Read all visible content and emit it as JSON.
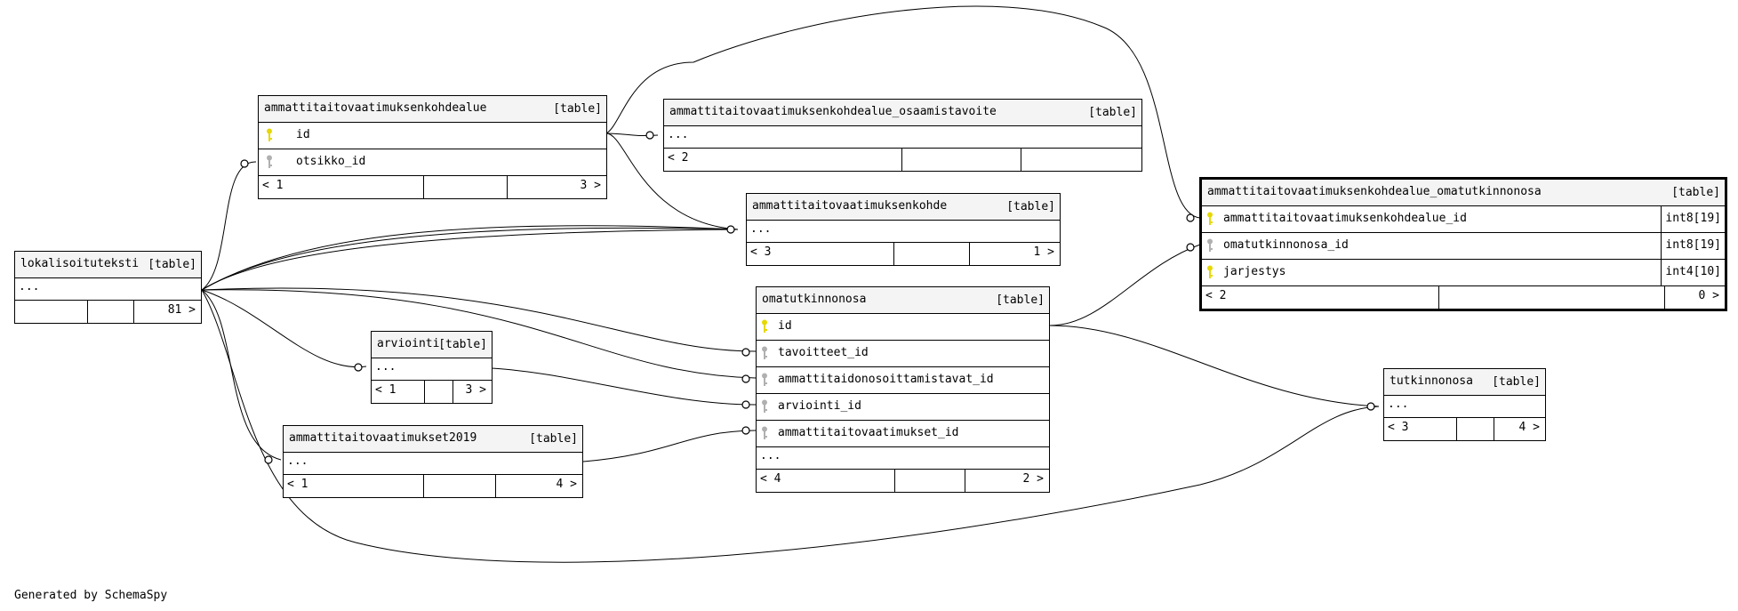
{
  "tables": {
    "kohdealue": {
      "name": "ammattitaitovaatimuksenkohdealue",
      "type": "[table]",
      "columns": [
        "id",
        "otsikko_id"
      ],
      "foot_left": "< 1",
      "foot_right": "3 >"
    },
    "osaamistavoite": {
      "name": "ammattitaitovaatimuksenkohdealue_osaamistavoite",
      "type": "[table]",
      "dots": "...",
      "foot_left": "< 2",
      "foot_right": ""
    },
    "kohde": {
      "name": "ammattitaitovaatimuksenkohde",
      "type": "[table]",
      "dots": "...",
      "foot_left": "< 3",
      "foot_right": "1 >"
    },
    "omatutkinnonosa_link": {
      "name": "ammattitaitovaatimuksenkohdealue_omatutkinnonosa",
      "type": "[table]",
      "columns": [
        {
          "name": "ammattitaitovaatimuksenkohdealue_id",
          "type": "int8[19]"
        },
        {
          "name": "omatutkinnonosa_id",
          "type": "int8[19]"
        },
        {
          "name": "jarjestys",
          "type": "int4[10]"
        }
      ],
      "foot_left": "< 2",
      "foot_right": "0 >"
    },
    "lokalisoituteksti": {
      "name": "lokalisoituteksti",
      "type": "[table]",
      "dots": "...",
      "foot_left": "",
      "foot_right": "81 >"
    },
    "arviointi": {
      "name": "arviointi",
      "type": "[table]",
      "dots": "...",
      "foot_left": "< 1",
      "foot_right": "3 >"
    },
    "ammattitaitovaatimukset2019": {
      "name": "ammattitaitovaatimukset2019",
      "type": "[table]",
      "dots": "...",
      "foot_left": "< 1",
      "foot_right": "4 >"
    },
    "omatutkinnonosa": {
      "name": "omatutkinnonosa",
      "type": "[table]",
      "columns": [
        "id",
        "tavoitteet_id",
        "ammattitaidonosoittamistavat_id",
        "arviointi_id",
        "ammattitaitovaatimukset_id"
      ],
      "dots": "...",
      "foot_left": "< 4",
      "foot_right": "2 >"
    },
    "tutkinnonosa": {
      "name": "tutkinnonosa",
      "type": "[table]",
      "dots": "...",
      "foot_left": "< 3",
      "foot_right": "4 >"
    }
  },
  "colors": {
    "primary_key": "#e6d800",
    "foreign_key": "#b0b0b0",
    "header_bg": "#f4f4f4"
  },
  "icons": {
    "primary_key": "key-icon",
    "foreign_key": "key-icon"
  },
  "footer": {
    "credit": "Generated by SchemaSpy"
  }
}
